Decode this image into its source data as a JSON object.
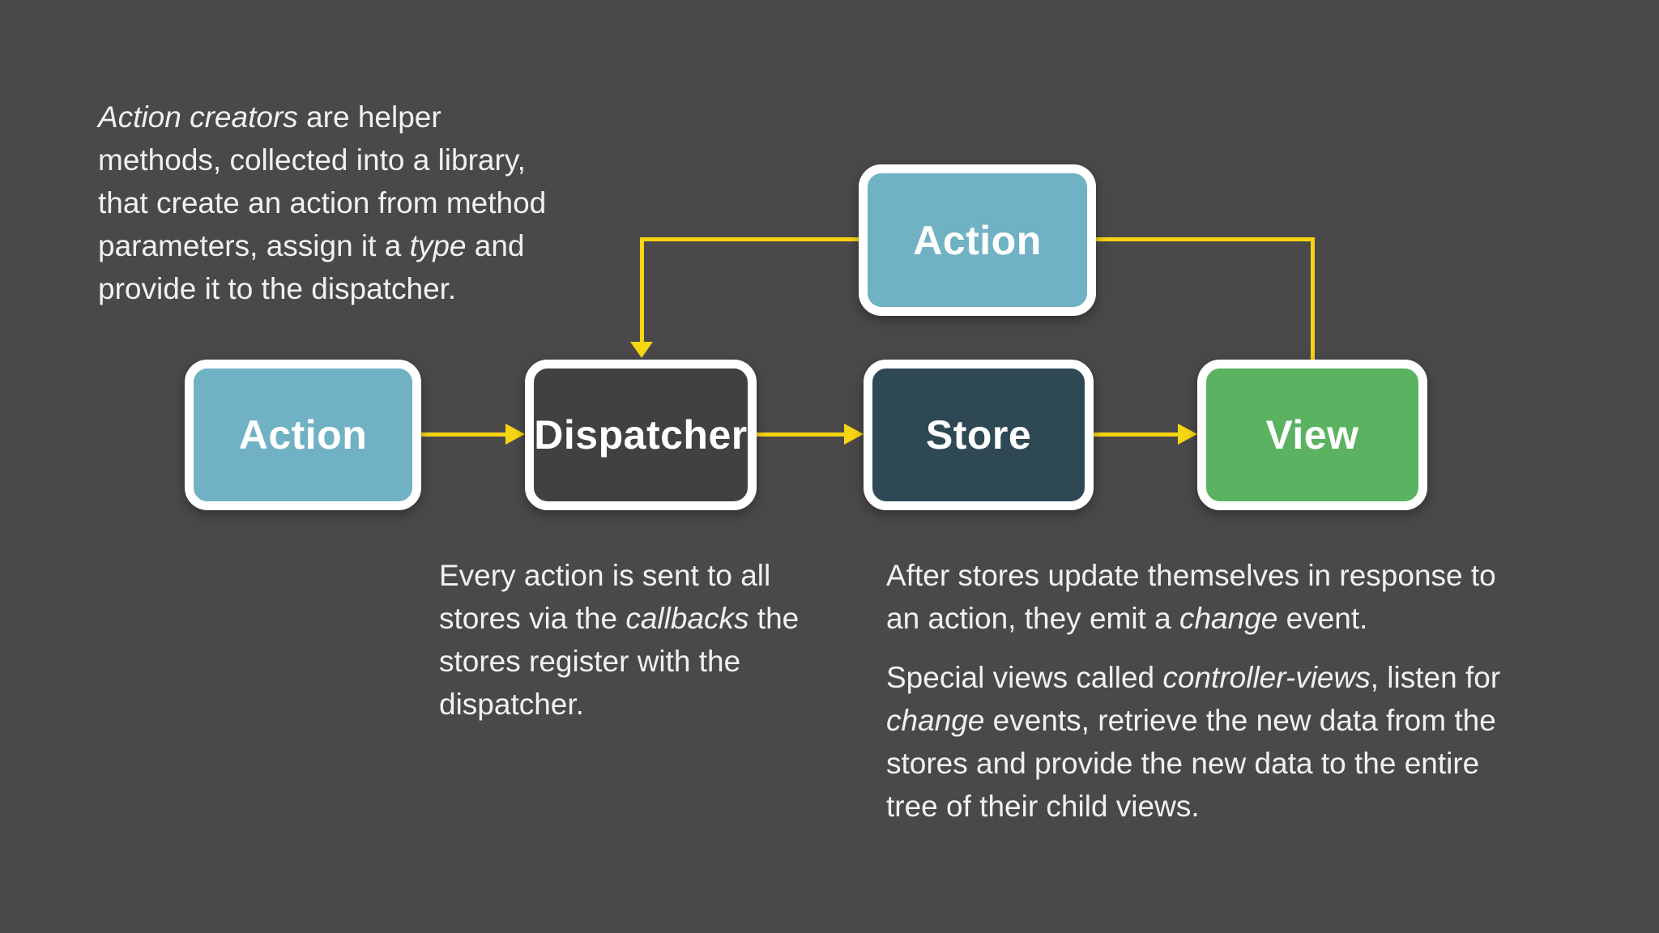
{
  "colors": {
    "bg": "#4b484a",
    "yellow": "#f6d513",
    "text": "#f2f0f1",
    "node_blue": "#70b1c4",
    "node_dark": "#434044",
    "node_slate": "#2e4854",
    "node_green": "#5bb261",
    "node_border": "#ffffff"
  },
  "nodes": {
    "action_top": {
      "label": "Action"
    },
    "action_left": {
      "label": "Action"
    },
    "dispatcher": {
      "label": "Dispatcher"
    },
    "store": {
      "label": "Store"
    },
    "view": {
      "label": "View"
    }
  },
  "connectors": {
    "view_to_action": "line from View top up to Action (top) right side",
    "action_to_dispatcher_top": "line from Action (top) left side down into Dispatcher, arrowhead down",
    "action_to_dispatcher": "arrow right",
    "dispatcher_to_store": "arrow right",
    "store_to_view": "arrow right"
  },
  "paragraphs": {
    "action_creators": {
      "l1_italic": "Action creators",
      "l1b": " are helper",
      "l2": "methods, collected into a library,",
      "l3": "that create an action from method",
      "l4a": "parameters, assign it a ",
      "l4_italic": "type",
      "l4c": " and",
      "l5": "provide it to the dispatcher."
    },
    "dispatcher_note": {
      "l1": "Every action is sent to all",
      "l2a": "stores via the ",
      "l2_italic": "callbacks",
      "l2c": " the",
      "l3": "stores register with the",
      "l4": "dispatcher."
    },
    "store_note_1": {
      "l1": "After stores update themselves in response to",
      "l2a": "an action, they emit a ",
      "l2_italic": "change",
      "l2c": " event."
    },
    "store_note_2": {
      "l1a": "Special views called ",
      "l1_italic": "controller-views",
      "l1c": ", listen for",
      "l2_italic": "change",
      "l2b": " events, retrieve the new data from the",
      "l3": "stores and provide the new data to the entire",
      "l4": "tree of their child views."
    }
  }
}
